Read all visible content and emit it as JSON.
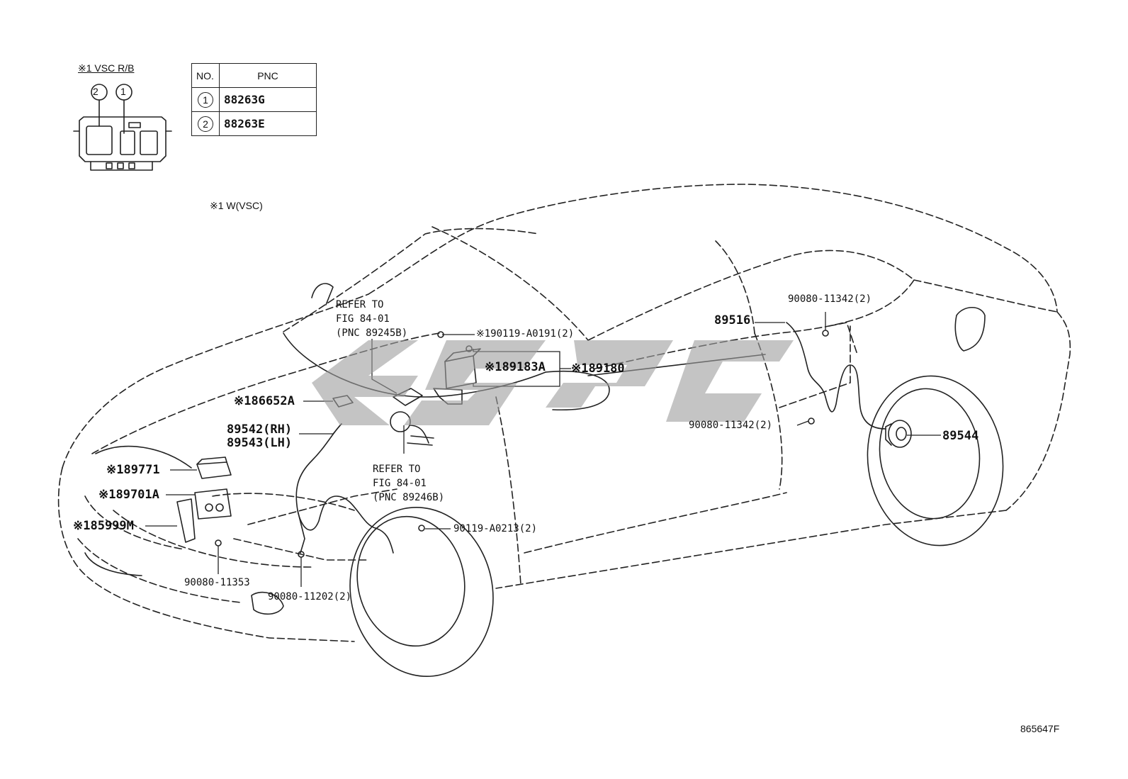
{
  "legend": {
    "vsc_rb_label": "※1 VSC R/B",
    "note_w_vsc": "※1 W(VSC)",
    "fuse_markers": [
      "2",
      "1"
    ]
  },
  "pnc_table": {
    "headers": [
      "NO.",
      "PNC"
    ],
    "rows": [
      {
        "no": "1",
        "pnc": "88263G"
      },
      {
        "no": "2",
        "pnc": "88263E"
      }
    ]
  },
  "callouts": {
    "refer_top": [
      "REFER TO",
      "FIG 84-01",
      "(PNC 89245B)"
    ],
    "refer_bottom": [
      "REFER TO",
      "FIG 84-01",
      "(PNC 89246B)"
    ],
    "p90119_a0191": "※190119-A0191(2)",
    "p89183a": "※189183A",
    "p89180": "※189180",
    "p86652a": "※186652A",
    "p89542": "89542(RH)",
    "p89543": "89543(LH)",
    "p89771": "※189771",
    "p89701a": "※189701A",
    "p85999m": "※185999M",
    "p90080_11353": "90080-11353",
    "p90080_11202": "90080-11202(2)",
    "p90119_a0213": "90119-A0213(2)",
    "p89516": "89516",
    "p90080_11342_top": "90080-11342(2)",
    "p90080_11342_mid": "90080-11342(2)",
    "p89544": "89544"
  },
  "figure_id": "865647F",
  "colors": {
    "line": "#222222",
    "watermark": "#9e9e9e"
  }
}
